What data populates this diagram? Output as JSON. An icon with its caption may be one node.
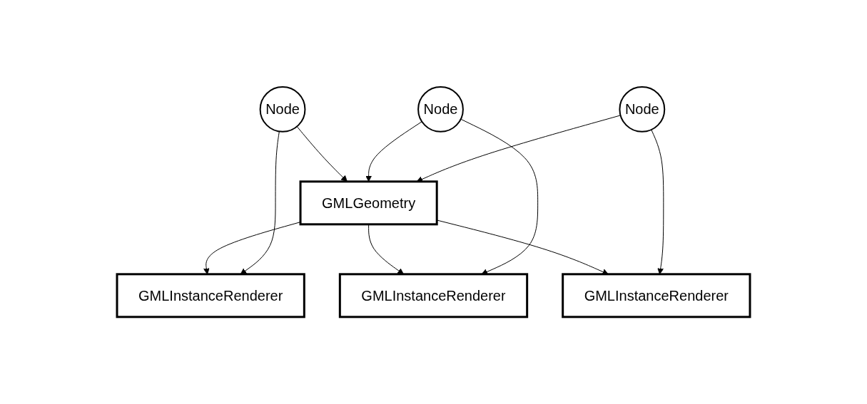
{
  "diagram": {
    "nodes": [
      {
        "text": [
          "Node"
        ]
      },
      {
        "text": [
          "Node"
        ]
      },
      {
        "text": [
          "Node"
        ]
      },
      {
        "text": [
          "GMLGeometry"
        ]
      },
      {
        "text": [
          "GMLInstanceRenderer"
        ]
      },
      {
        "text": [
          "GMLInstanceRenderer"
        ]
      },
      {
        "text": [
          "GMLInstanceRenderer"
        ]
      }
    ],
    "edges": [
      {
        "from": 0,
        "to": 3,
        "arrow": "to"
      },
      {
        "from": 1,
        "to": 3,
        "arrow": "to"
      },
      {
        "from": 2,
        "to": 3,
        "arrow": "to"
      },
      {
        "from": 3,
        "to": 4,
        "arrow": "to"
      },
      {
        "from": 3,
        "to": 5,
        "arrow": "to"
      },
      {
        "from": 3,
        "to": 6,
        "arrow": "to"
      },
      {
        "from": 0,
        "to": 4,
        "arrow": "to"
      },
      {
        "from": 1,
        "to": 5,
        "arrow": "to"
      },
      {
        "from": 2,
        "to": 6,
        "arrow": "to"
      }
    ]
  }
}
